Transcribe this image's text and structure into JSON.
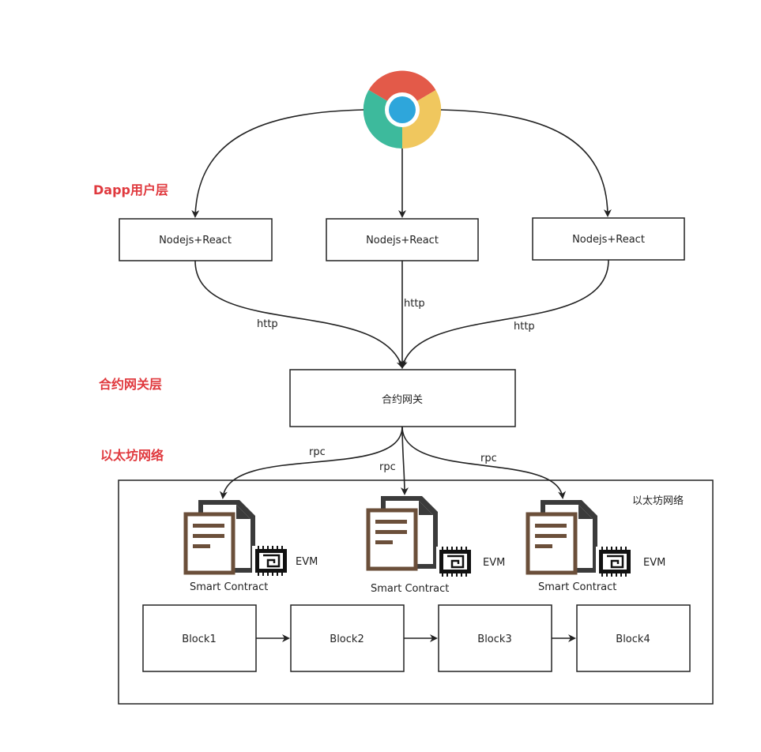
{
  "layers": {
    "dapp": "Dapp用户层",
    "gateway": "合约网关层",
    "ethereum": "以太坊网络"
  },
  "browser": {
    "icon": "chrome-browser-icon"
  },
  "frontends": [
    {
      "label": "Nodejs+React"
    },
    {
      "label": "Nodejs+React"
    },
    {
      "label": "Nodejs+React"
    }
  ],
  "http_edges": [
    {
      "label": "http"
    },
    {
      "label": "http"
    },
    {
      "label": "http"
    }
  ],
  "gateway_box": {
    "label": "合约网关"
  },
  "rpc_edges": [
    {
      "label": "rpc"
    },
    {
      "label": "rpc"
    },
    {
      "label": "rpc"
    }
  ],
  "network_container": {
    "label": "以太坊网络"
  },
  "contracts": [
    {
      "label": "Smart Contract",
      "evm_label": "EVM"
    },
    {
      "label": "Smart Contract",
      "evm_label": "EVM"
    },
    {
      "label": "Smart Contract",
      "evm_label": "EVM"
    }
  ],
  "blocks": [
    {
      "label": "Block1"
    },
    {
      "label": "Block2"
    },
    {
      "label": "Block3"
    },
    {
      "label": "Block4"
    }
  ],
  "colors": {
    "layer_label": "#e0393e",
    "chrome_red": "#e35a49",
    "chrome_green": "#3dba9c",
    "chrome_yellow": "#f0c75e",
    "chrome_blue": "#2ea6db",
    "document_brown": "#6b4f3a",
    "document_dark": "#3b3b3b"
  }
}
